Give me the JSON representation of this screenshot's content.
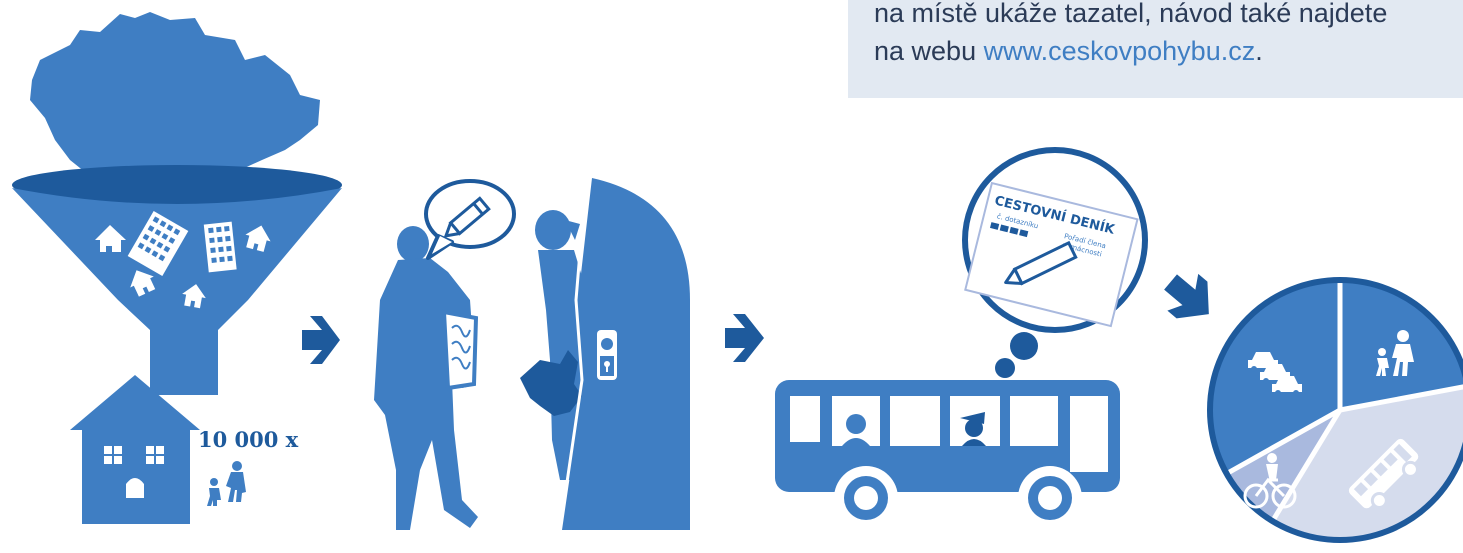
{
  "info_box": {
    "line1": "na místě ukáže tazatel, návod také najdete",
    "line2_prefix": "na webu ",
    "link": "www.ceskovpohybu.cz",
    "line2_suffix": "."
  },
  "household_count": "10 000 x",
  "diary": {
    "title": "CESTOVNÍ DENÍK",
    "questionnaire_label": "č. dotazníku",
    "member_label_line1": "Pořadí člena",
    "member_label_line2": "domácnosti"
  },
  "colors": {
    "primary": "#3f7ec3",
    "dark": "#1e5a9c",
    "light": "#a9b9de",
    "pale": "#d5dced",
    "box": "#e2e9f2"
  }
}
